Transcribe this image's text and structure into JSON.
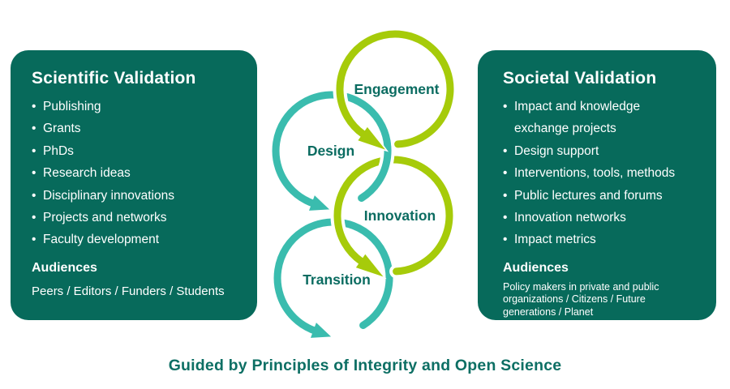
{
  "left_panel": {
    "title": "Scientific Validation",
    "items": [
      "Publishing",
      "Grants",
      "PhDs",
      "Research ideas",
      "Disciplinary innovations",
      "Projects and networks",
      "Faculty development"
    ],
    "audiences_label": "Audiences",
    "audiences": "Peers / Editors / Funders / Students"
  },
  "right_panel": {
    "title": "Societal Validation",
    "items": [
      "Impact and knowledge exchange projects",
      "Design support",
      "Interventions, tools, methods",
      "Public lectures and forums",
      "Innovation networks",
      "Impact metrics"
    ],
    "audiences_label": "Audiences",
    "audiences": "Policy makers in private and public organizations / Citizens / Future generations / Planet"
  },
  "cycle": {
    "steps": [
      {
        "label": "Engagement",
        "color": "green"
      },
      {
        "label": "Design",
        "color": "teal"
      },
      {
        "label": "Innovation",
        "color": "green"
      },
      {
        "label": "Transition",
        "color": "teal"
      }
    ]
  },
  "caption": "Guided by Principles of Integrity and Open Science",
  "glyphs": {
    "bullet": "•"
  },
  "colors": {
    "background": "#ffffff",
    "panel_bg": "#076a5b",
    "panel_text": "#ffffff",
    "arc_green": "#a6cb0a",
    "arc_teal": "#3abcae",
    "label_text": "#0b6c61",
    "caption_text": "#0d6f64"
  }
}
